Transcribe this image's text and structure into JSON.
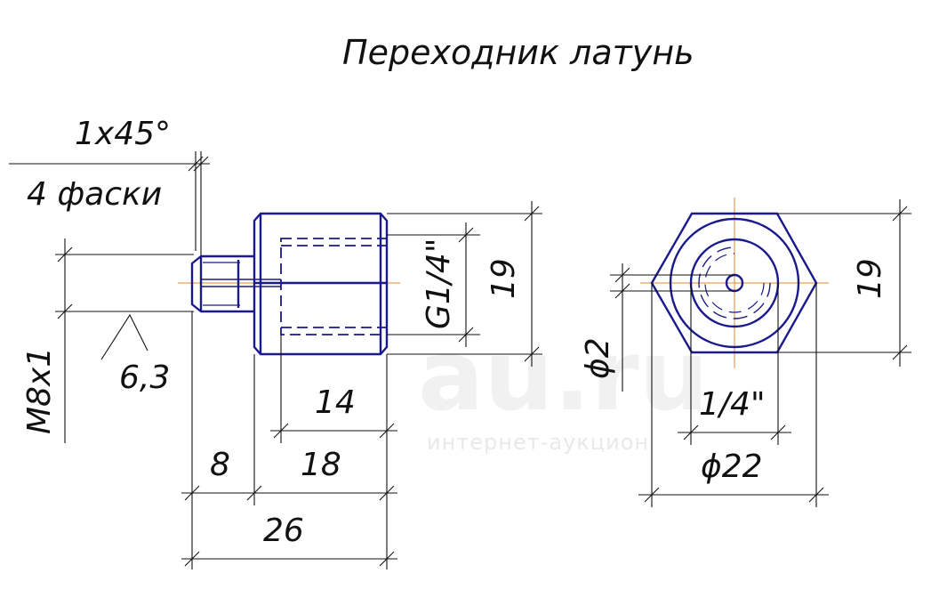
{
  "title": "Переходник латунь",
  "labels": {
    "chamfer": "1x45°",
    "chamfer_count": "4 фаски",
    "roughness": "6,3",
    "thread_m8": "M8x1",
    "thread_g14": "G1/4\"",
    "height_side": "19",
    "len_14": "14",
    "len_8": "8",
    "len_18": "18",
    "len_26": "26",
    "dia_2": "ϕ2",
    "dia_14": "1/4\"",
    "dia_22": "ϕ22",
    "height_front": "19"
  },
  "watermark": {
    "brand": "au.ru",
    "subtitle": "интернет-аукцион"
  },
  "colors": {
    "part": "#1a1a8c",
    "dims": "#111111",
    "axis": "#e08a2c"
  }
}
